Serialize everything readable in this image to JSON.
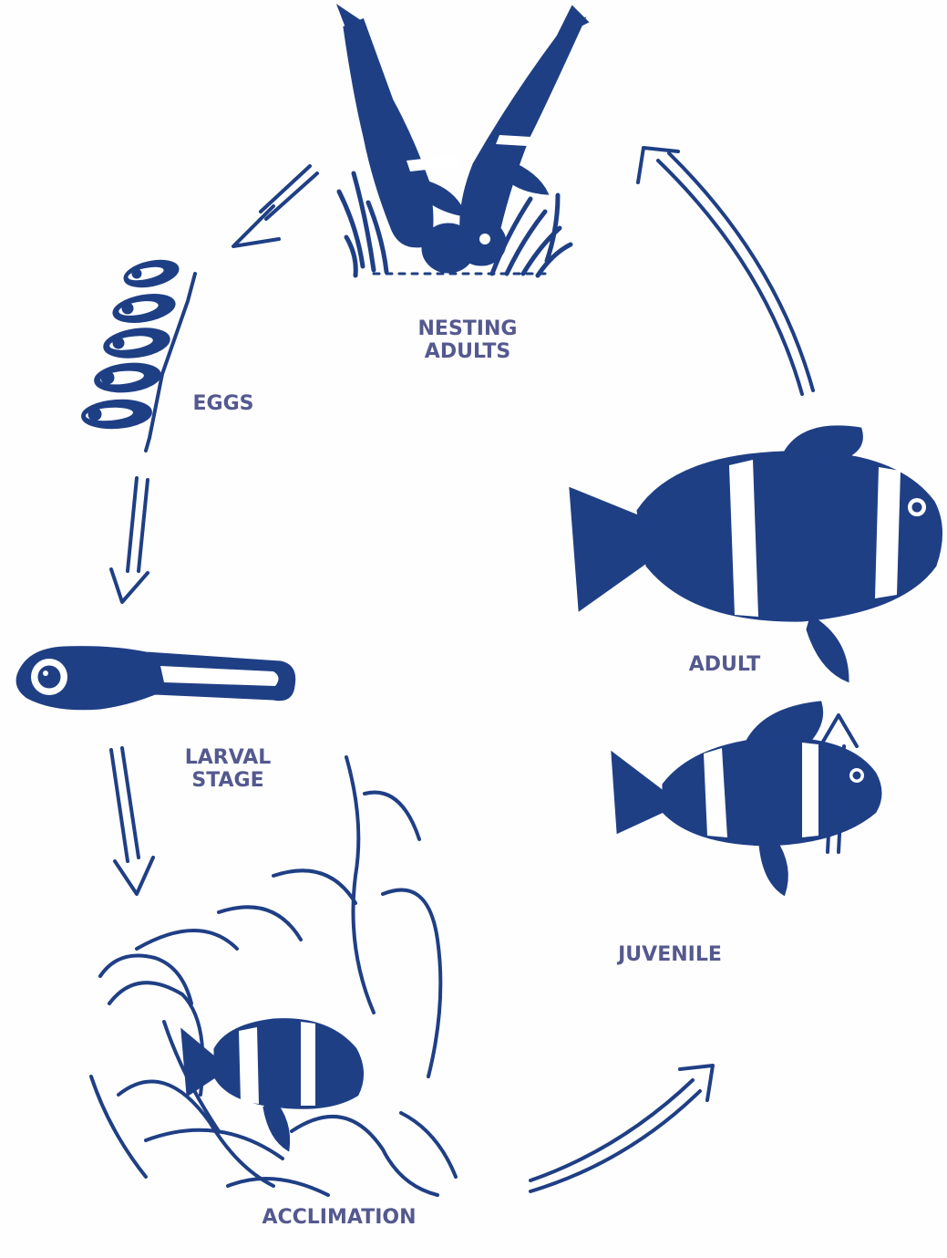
{
  "labels": {
    "nesting_adults": [
      "NESTING",
      "ADULTS"
    ],
    "eggs": "EGGS",
    "larval_stage": [
      "LARVAL",
      "STAGE"
    ],
    "acclimation": "ACCLIMATION",
    "juvenile": "JUVENILE",
    "adult": "ADULT"
  },
  "colors": {
    "ink": "#1f3f85",
    "label": "#54598f",
    "background": "#fefefe"
  }
}
